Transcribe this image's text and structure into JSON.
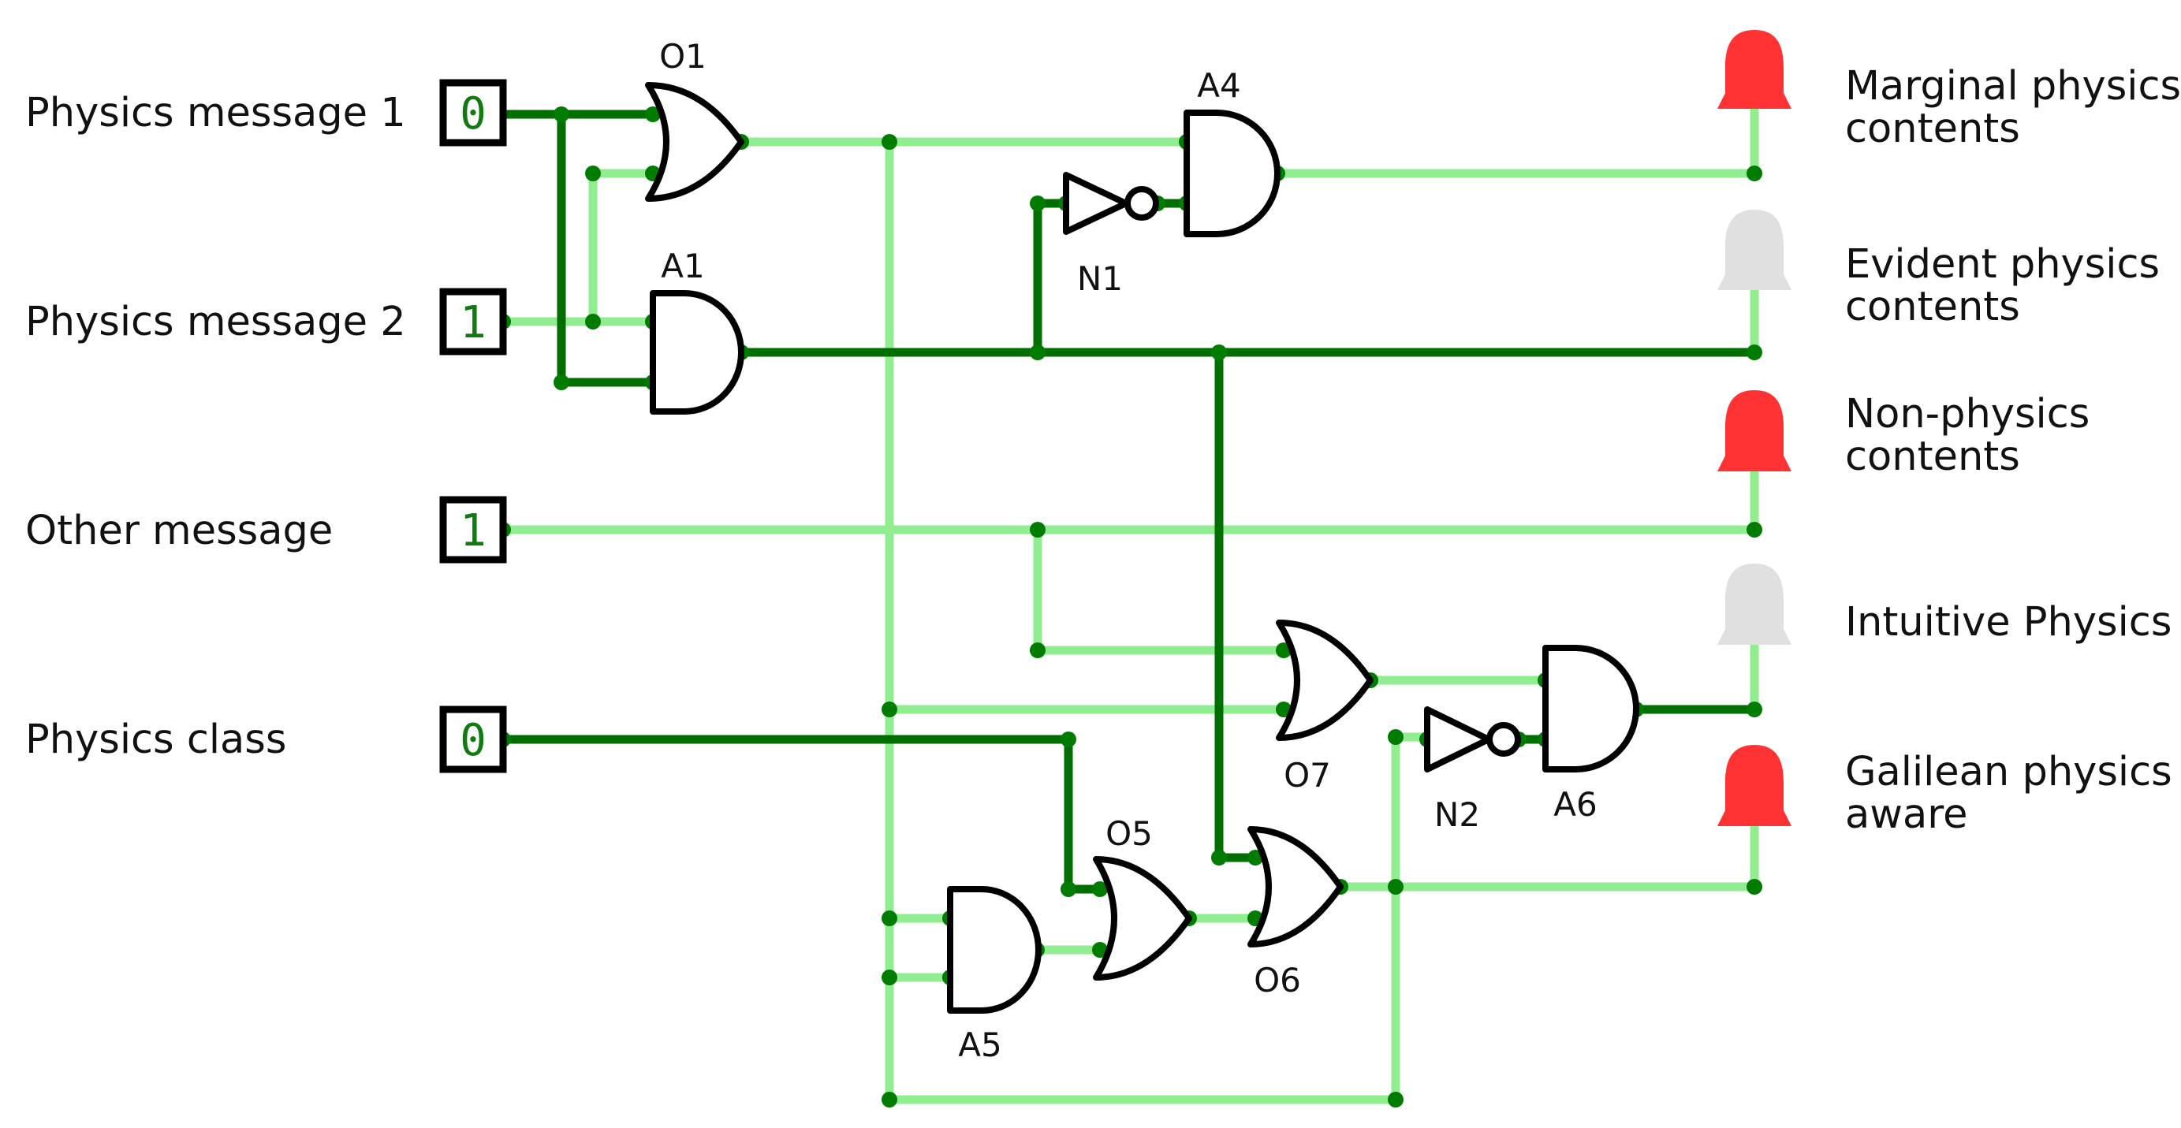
{
  "colors": {
    "wire_off": "#006e00",
    "wire_on": "#90ee90",
    "dot": "#007c00",
    "led_on": "#ff3333",
    "led_off": "#e0e0e0",
    "bit_text": "#117a11"
  },
  "inputs": [
    {
      "label": "Physics message 1",
      "value": "0"
    },
    {
      "label": "Physics message 2",
      "value": "1"
    },
    {
      "label": "Other message",
      "value": "1"
    },
    {
      "label": "Physics class",
      "value": "0"
    }
  ],
  "gates": {
    "O1": "O1",
    "A1": "A1",
    "A4": "A4",
    "N1": "N1",
    "O7": "O7",
    "A6": "A6",
    "N2": "N2",
    "O5": "O5",
    "O6": "O6",
    "A5": "A5"
  },
  "outputs": [
    {
      "line1": "Marginal physics",
      "line2": "contents",
      "state": "on"
    },
    {
      "line1": "Evident physics",
      "line2": "contents",
      "state": "off"
    },
    {
      "line1": "Non-physics",
      "line2": "contents",
      "state": "on"
    },
    {
      "line1": "Intuitive Physics",
      "line2": "",
      "state": "off"
    },
    {
      "line1": "Galilean physics",
      "line2": "aware",
      "state": "on"
    }
  ]
}
